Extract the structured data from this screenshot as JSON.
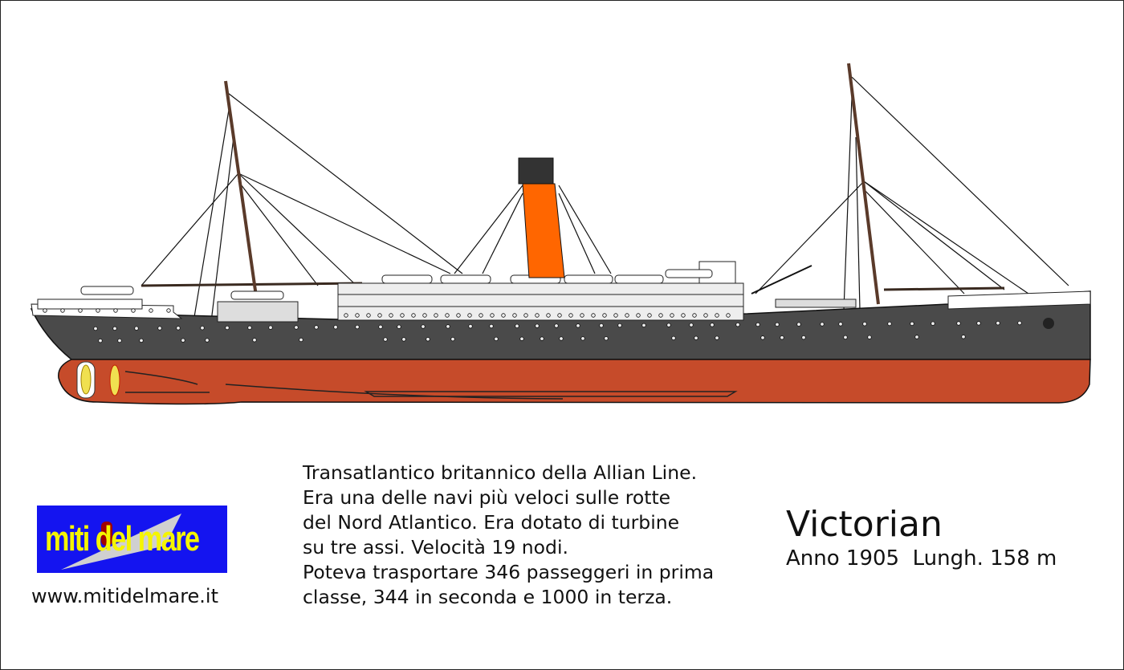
{
  "ship": {
    "name": "Victorian",
    "year_length": "Anno 1905  Lungh. 158 m",
    "description": [
      "Transatlantico britannico della Allian Line.",
      "Era una delle navi più veloci sulle rotte",
      "del Nord Atlantico. Era dotato di turbine",
      "su tre assi. Velocità 19 nodi.",
      "Poteva trasportare 346 passeggeri in prima",
      "classe, 344 in seconda e 1000 in terza."
    ]
  },
  "brand": {
    "logo_text": "miti del mare",
    "website": "www.mitidelmare.it"
  },
  "colors": {
    "hull_upper": "#4a4a4a",
    "hull_lower": "#c64b2a",
    "funnel": "#ff6600",
    "funnel_top": "#333333",
    "logo_bg": "#1414f0",
    "logo_text": "#f5f500"
  }
}
